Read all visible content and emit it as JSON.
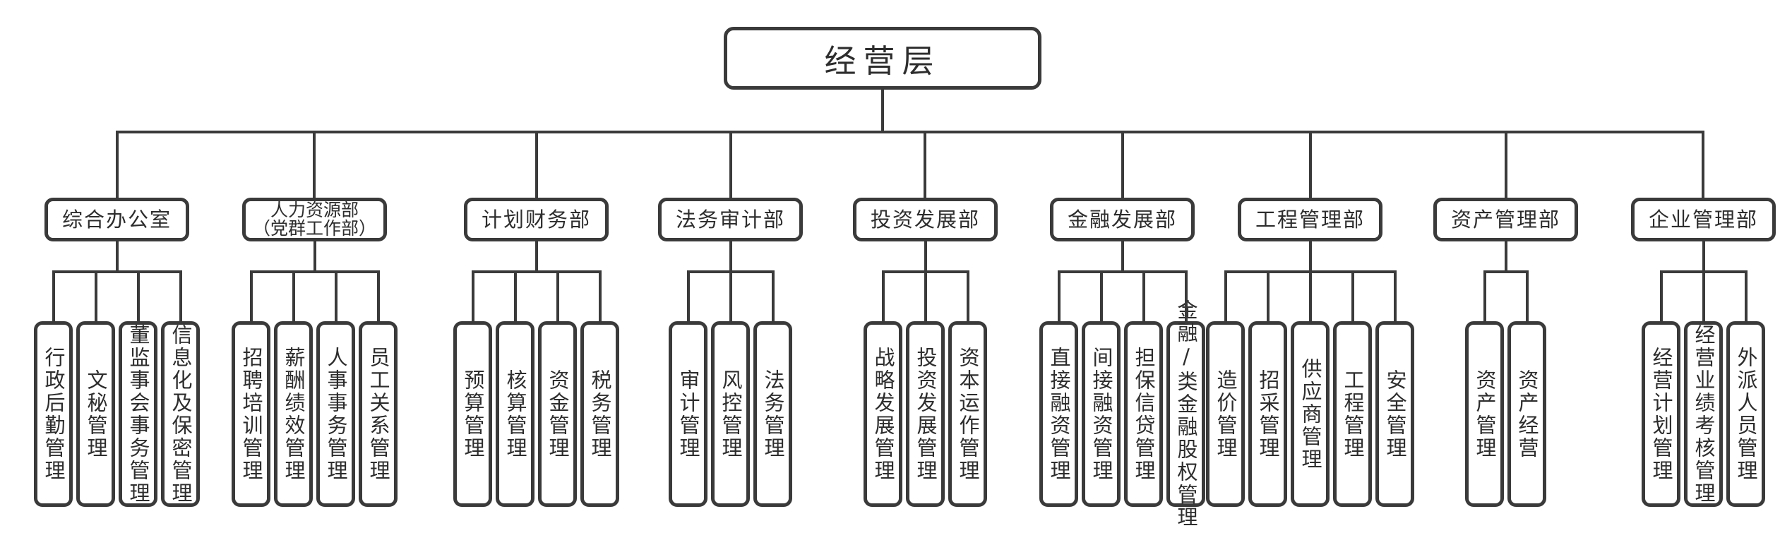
{
  "root": {
    "label": "经营层"
  },
  "departments": [
    {
      "label": "综合办公室",
      "children": [
        "行政后勤管理",
        "文秘管理",
        "董监事会事务管理",
        "信息化及保密管理"
      ]
    },
    {
      "label": "人力资源部",
      "sublabel": "（党群工作部）",
      "children": [
        "招聘培训管理",
        "薪酬绩效管理",
        "人事事务管理",
        "员工关系管理"
      ]
    },
    {
      "label": "计划财务部",
      "children": [
        "预算管理",
        "核算管理",
        "资金管理",
        "税务管理"
      ]
    },
    {
      "label": "法务审计部",
      "children": [
        "审计管理",
        "风控管理",
        "法务管理"
      ]
    },
    {
      "label": "投资发展部",
      "children": [
        "战略发展管理",
        "投资发展管理",
        "资本运作管理"
      ]
    },
    {
      "label": "金融发展部",
      "children": [
        "直接融资管理",
        "间接融资管理",
        "担保信贷管理",
        "金融/类金融股权管理"
      ]
    },
    {
      "label": "工程管理部",
      "children": [
        "造价管理",
        "招采管理",
        "供应商管理",
        "工程管理",
        "安全管理"
      ]
    },
    {
      "label": "资产管理部",
      "children": [
        "资产管理",
        "资产经营"
      ]
    },
    {
      "label": "企业管理部",
      "children": [
        "经营计划管理",
        "经营业绩考核管理",
        "外派人员管理"
      ]
    }
  ],
  "colors": {
    "line": "#3a3a3a",
    "text": "#2d2d2d",
    "background": "#ffffff"
  }
}
